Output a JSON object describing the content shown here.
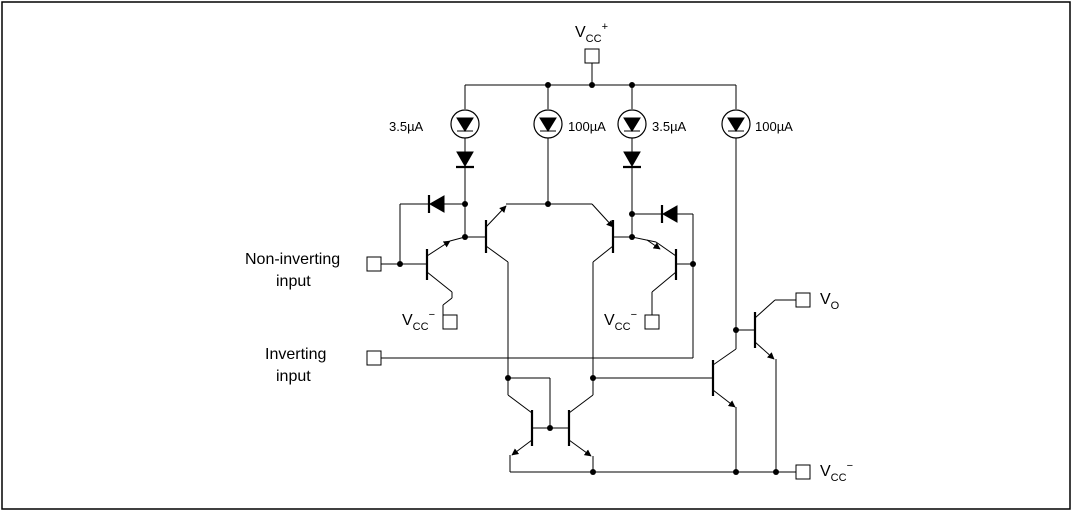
{
  "labels": {
    "vcc_plus_main": "V",
    "vcc_plus_sub": "CC",
    "vcc_plus_sup": "+",
    "cs1_current": "3.5µA",
    "cs2_current": "100µA",
    "cs3_current": "3.5µA",
    "cs4_current": "100µA",
    "noninv_line1": "Non-inverting",
    "noninv_line2": "input",
    "inv_line1": "Inverting",
    "inv_line2": "input",
    "vcc_minus_main": "V",
    "vcc_minus_sub": "CC",
    "vcc_minus_sup": "−",
    "vo_main": "V",
    "vo_sub": "O"
  }
}
